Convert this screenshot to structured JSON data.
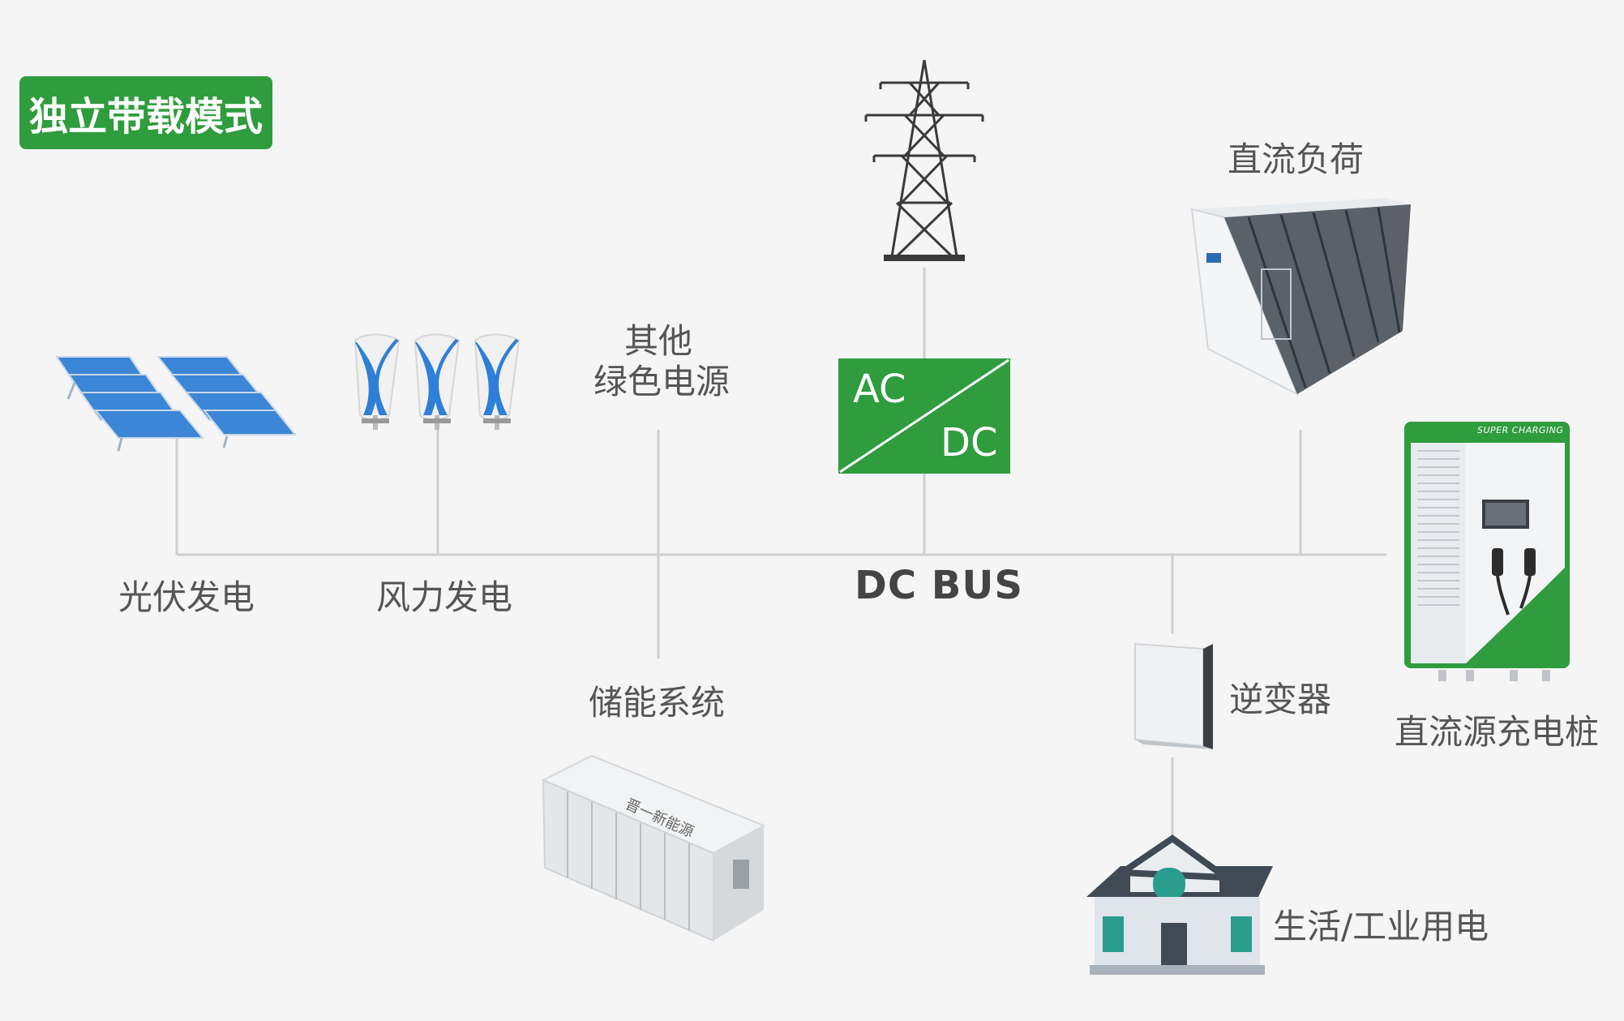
{
  "mode_badge": "独立带载模式",
  "bus_label": "DC BUS",
  "converter": {
    "top": "AC",
    "bottom": "DC"
  },
  "labels": {
    "pv": "光伏发电",
    "wind": "风力发电",
    "other_line1": "其他",
    "other_line2": "绿色电源",
    "storage": "储能系统",
    "dc_load": "直流负荷",
    "inverter": "逆变器",
    "charger": "直流源充电桩",
    "home": "生活/工业用电"
  },
  "charger_brand": "SUPER CHARGING",
  "colors": {
    "accent_green": "#2f9c3e",
    "line_gray": "#cfcfcf",
    "panel_blue": "#3b86d6",
    "wind_blue": "#2f7fd8"
  },
  "icons": [
    "solar-panel-icon",
    "wind-turbine-icon",
    "pylon-icon",
    "chiller-icon",
    "charger-icon",
    "inverter-icon",
    "container-icon",
    "house-icon"
  ]
}
